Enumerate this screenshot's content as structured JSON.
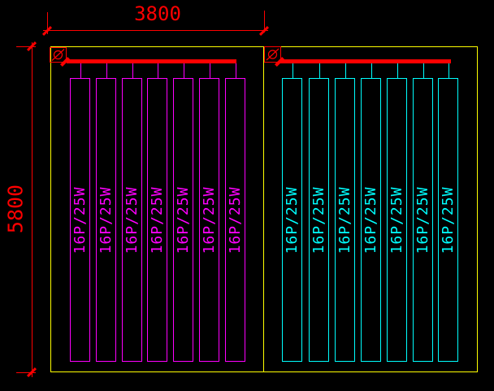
{
  "drawing": {
    "type": "cad-electrical-panel-layout",
    "background_color": "#000000",
    "colors": {
      "boundary": "#FFFF00",
      "dimension": "#FF0000",
      "busbar": "#FF0000",
      "left_group": "#FF00FF",
      "right_group": "#00FFFF"
    },
    "dimensions": {
      "width": {
        "label": "3800"
      },
      "height": {
        "label": "5800"
      }
    },
    "symbols": {
      "left_feeder_icon": "circle-slash-box",
      "right_feeder_icon": "circle-slash-box"
    },
    "groups": {
      "left": {
        "color": "#FF00FF",
        "panels": [
          {
            "label": "16P/25W"
          },
          {
            "label": "16P/25W"
          },
          {
            "label": "16P/25W"
          },
          {
            "label": "16P/25W"
          },
          {
            "label": "16P/25W"
          },
          {
            "label": "16P/25W"
          },
          {
            "label": "16P/25W"
          }
        ]
      },
      "right": {
        "color": "#00FFFF",
        "panels": [
          {
            "label": "16P/25W"
          },
          {
            "label": "16P/25W"
          },
          {
            "label": "16P/25W"
          },
          {
            "label": "16P/25W"
          },
          {
            "label": "16P/25W"
          },
          {
            "label": "16P/25W"
          },
          {
            "label": "16P/25W"
          }
        ]
      }
    }
  }
}
